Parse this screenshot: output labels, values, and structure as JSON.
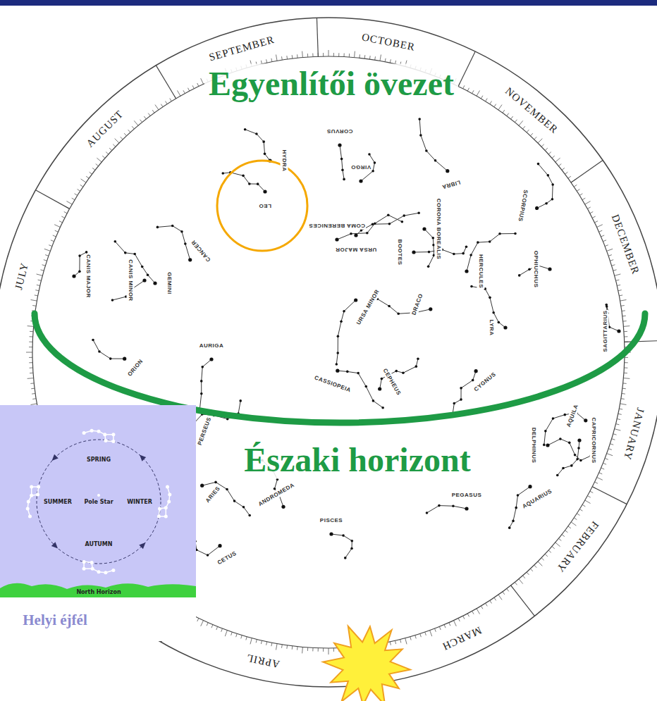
{
  "diagram": {
    "labels": [
      "Egyenlítői övezet",
      "Északi horizont",
      "SEPTEMBER",
      "OCTOBER",
      "NOVEMBER",
      "DECEMBER",
      "JANUARY",
      "FEBRUARY",
      "MARCH",
      "APRIL",
      "JULY",
      "AUGUST",
      "CORVUS",
      "HYDRA",
      "VIRGO",
      "LIBRA",
      "SCORPIUS",
      "LEO",
      "COMA BERENICES",
      "CORONA BOREALIS",
      "BOOTES",
      "URSA MAJOR",
      "CANCER",
      "HERCULES",
      "OPHIUCHUS",
      "CANIS MAJOR",
      "CANIS MINOR",
      "GEMINI",
      "URSA MINOR",
      "DRACO",
      "LYRA",
      "SAGITTARIUS",
      "ORION",
      "AURIGA",
      "CASSIOPEIA",
      "CEPHEUS",
      "CYGNUS",
      "AQUILA",
      "DELPHINUS",
      "CAPRICORNUS",
      "PERSEUS",
      "ANDROMEDA",
      "ARIES",
      "PEGASUS",
      "AQUARIUS",
      "PISCES",
      "CETUS",
      "SPRING",
      "SUMMER",
      "WINTER",
      "AUTUMN",
      "Pole Star",
      "North Horizon",
      "Helyi éjfél"
    ]
  }
}
